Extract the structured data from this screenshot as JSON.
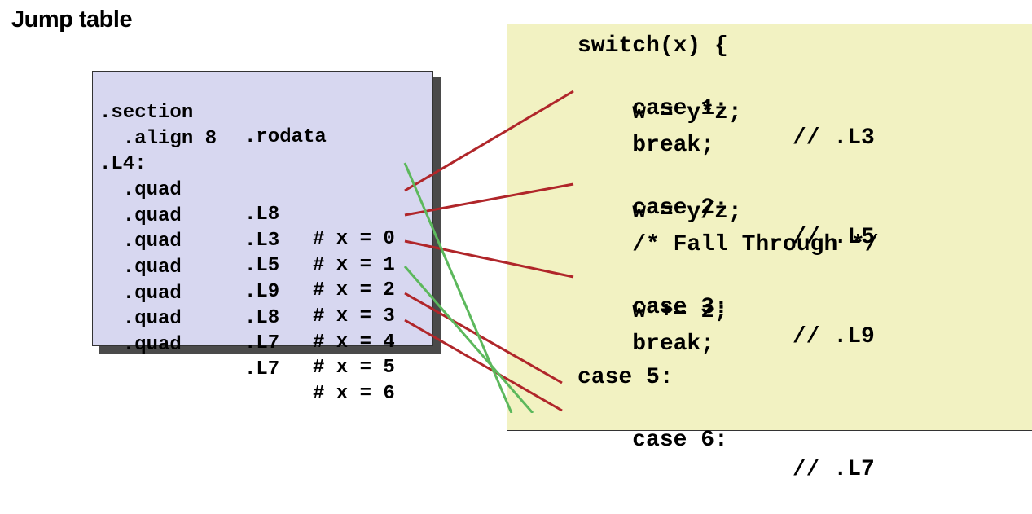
{
  "title": "Jump table",
  "asm_lines": [
    {
      "a": ".section",
      "b": ".rodata",
      "c": ""
    },
    {
      "a": "  .align 8",
      "b": "",
      "c": ""
    },
    {
      "a": ".L4:",
      "b": "",
      "c": ""
    },
    {
      "a": "  .quad",
      "b": ".L8",
      "c": "# x = 0"
    },
    {
      "a": "  .quad",
      "b": ".L3",
      "c": "# x = 1"
    },
    {
      "a": "  .quad",
      "b": ".L5",
      "c": "# x = 2"
    },
    {
      "a": "  .quad",
      "b": ".L9",
      "c": "# x = 3"
    },
    {
      "a": "  .quad",
      "b": ".L8",
      "c": "# x = 4"
    },
    {
      "a": "  .quad",
      "b": ".L7",
      "c": "# x = 5"
    },
    {
      "a": "  .quad",
      "b": ".L7",
      "c": "# x = 6"
    }
  ],
  "code_lines": [
    {
      "text": "switch(x) {",
      "comment": ""
    },
    {
      "text": "case 1:",
      "comment": "// .L3"
    },
    {
      "text": "    w = y*z;",
      "comment": ""
    },
    {
      "text": "    break;",
      "comment": ""
    },
    {
      "text": "case 2:",
      "comment": "// .L5"
    },
    {
      "text": "    w = y/z;",
      "comment": ""
    },
    {
      "text": "    /* Fall Through */",
      "comment": ""
    },
    {
      "text": "case 3:",
      "comment": "// .L9"
    },
    {
      "text": "    w += z;",
      "comment": ""
    },
    {
      "text": "    break;",
      "comment": ""
    },
    {
      "text": "case 5:",
      "comment": ""
    },
    {
      "text": "case 6:",
      "comment": "// .L7"
    }
  ],
  "colors": {
    "asm_bg": "#d7d7f0",
    "code_bg": "#f2f2c2",
    "arrow_red": "#b0262a",
    "arrow_green": "#5cb85c"
  }
}
